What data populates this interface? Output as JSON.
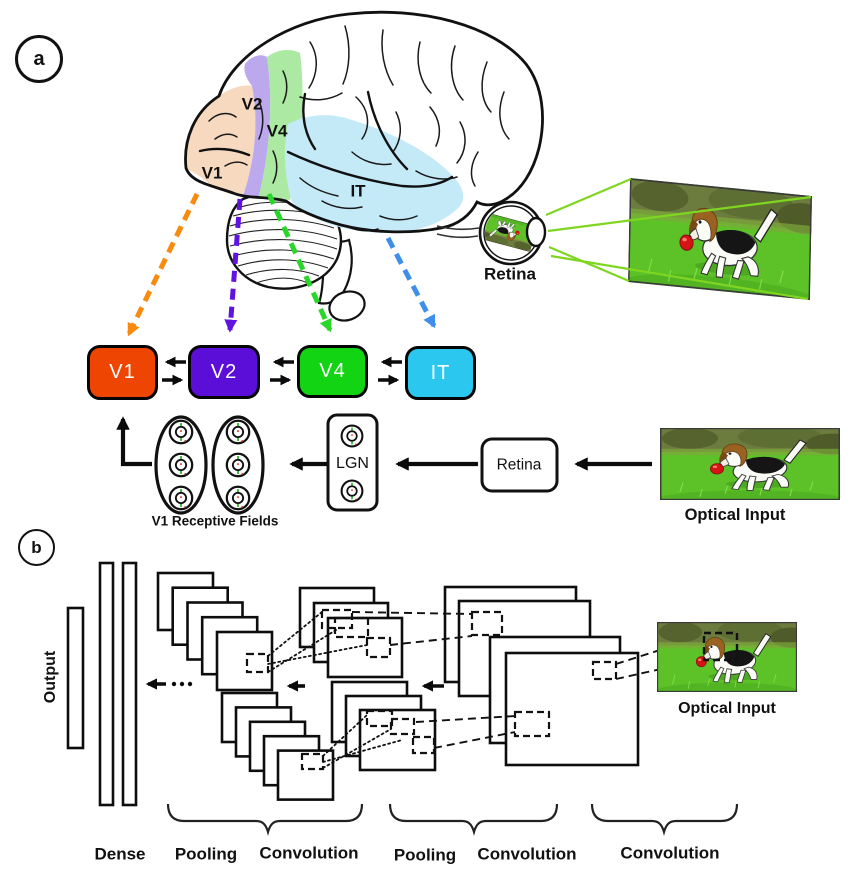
{
  "figure": {
    "panel_a_label": "a",
    "panel_b_label": "b"
  },
  "panel_a": {
    "brain": {
      "v1": "V1",
      "v2": "V2",
      "v4": "V4",
      "it": "IT"
    },
    "eye_label": "Retina",
    "cortical_boxes": [
      {
        "label": "V1",
        "color": "#EE4503"
      },
      {
        "label": "V2",
        "color": "#5A0ED8"
      },
      {
        "label": "V4",
        "color": "#12D412"
      },
      {
        "label": "IT",
        "color": "#2BC7EF"
      }
    ],
    "lgn_label": "LGN",
    "retina_box_label": "Retina",
    "receptive_fields_label": "V1 Receptive Fields",
    "optical_input_label": "Optical Input"
  },
  "panel_b": {
    "output_label": "Output",
    "dense_label": "Dense",
    "group_labels": [
      "Pooling",
      "Convolution",
      "Pooling",
      "Convolution",
      "Convolution"
    ],
    "optical_input_label": "Optical Input"
  },
  "colors": {
    "v1_region": "#F7D9C0",
    "v2_region": "#BCA8EC",
    "v4_region": "#ACE9A2",
    "it_region": "#C4EAF8",
    "arrow_v1": "#F98A10",
    "arrow_v2": "#5F12E0",
    "arrow_v4": "#2BD62B",
    "arrow_it": "#3F8FEA",
    "projection_line": "#7FD621",
    "grass": "#5CC228",
    "ball": "#DD1111",
    "box_outline": "#111111"
  }
}
